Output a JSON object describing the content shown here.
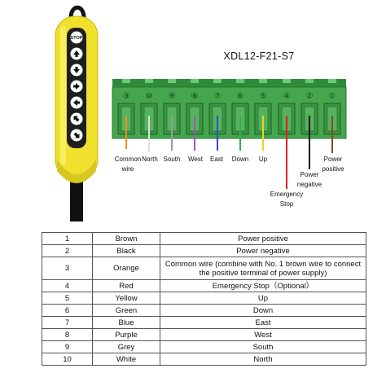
{
  "model": "XDL12-F21-S7",
  "pendant": {
    "buttons": [
      {
        "label": "STOP",
        "icon": "stop-text"
      },
      {
        "icon": "arrow-up-icon"
      },
      {
        "icon": "arrow-down-icon"
      },
      {
        "icon": "arrow-right-icon"
      },
      {
        "icon": "arrow-left-icon"
      },
      {
        "icon": "arrow-up-left-icon"
      },
      {
        "icon": "arrow-down-right-icon"
      }
    ],
    "color": "#F0E12E"
  },
  "terminal_block": {
    "color": "#3E9B45",
    "slots": [
      "③",
      "⑩",
      "⑨",
      "⑧",
      "⑦",
      "⑥",
      "⑤",
      "④",
      "②",
      "①"
    ]
  },
  "wire_labels": [
    {
      "text": "Common\nwire",
      "color": "#FF8C1A"
    },
    {
      "text": "North",
      "color": "#DDDDDD"
    },
    {
      "text": "South",
      "color": "#9A9A9A"
    },
    {
      "text": "West",
      "color": "#9B59B6"
    },
    {
      "text": "East",
      "color": "#2F4FD0"
    },
    {
      "text": "Down",
      "color": "#2DB34A"
    },
    {
      "text": "Up",
      "color": "#F2D21E"
    },
    {
      "text": "Emergency\nStop",
      "color": "#E02020"
    },
    {
      "text": "Power\nnegative",
      "color": "#111111"
    },
    {
      "text": "Power\npositive",
      "color": "#8B4A2B"
    }
  ],
  "table": {
    "rows": [
      {
        "num": "1",
        "color": "Brown",
        "function": "Power positive"
      },
      {
        "num": "2",
        "color": "Black",
        "function": "Power negative"
      },
      {
        "num": "3",
        "color": "Orange",
        "function": "Common wire (combine with No. 1 brown wire to connect the positive terminal of power supply)"
      },
      {
        "num": "4",
        "color": "Red",
        "function": "Emergency Stop（Optional）"
      },
      {
        "num": "5",
        "color": "Yellow",
        "function": "Up"
      },
      {
        "num": "6",
        "color": "Green",
        "function": "Down"
      },
      {
        "num": "7",
        "color": "Blue",
        "function": "East"
      },
      {
        "num": "8",
        "color": "Purple",
        "function": "West"
      },
      {
        "num": "9",
        "color": "Grey",
        "function": "South"
      },
      {
        "num": "10",
        "color": "White",
        "function": "North"
      }
    ]
  }
}
